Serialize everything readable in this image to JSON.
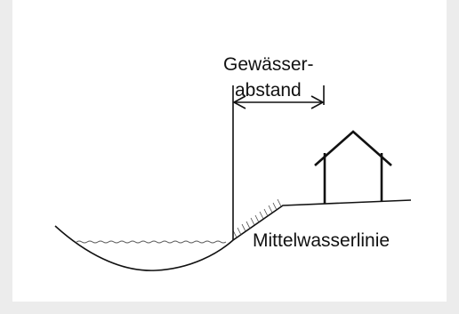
{
  "labels": {
    "distance_line1": "Gewässer-",
    "distance_line2": "abstand",
    "waterline": "Mittelwasserlinie"
  },
  "colors": {
    "background": "#ececec",
    "canvas": "#ffffff",
    "ink": "#111111"
  }
}
